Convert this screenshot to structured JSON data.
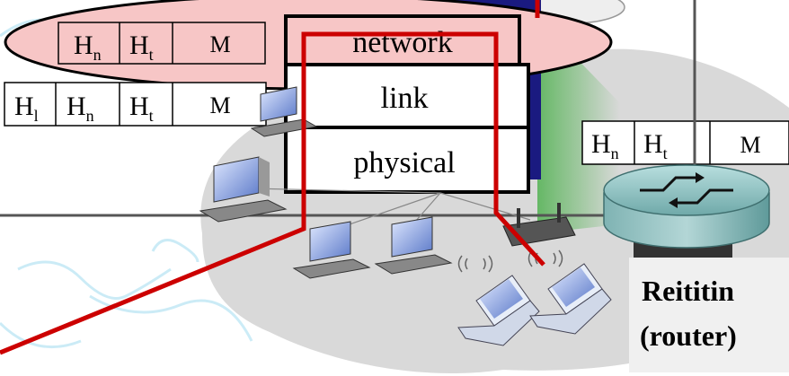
{
  "stack": {
    "network_label": "network",
    "link_label": "link",
    "physical_label": "physical"
  },
  "packets": {
    "network_packet": {
      "h1": "H",
      "h1_sub": "n",
      "h2": "H",
      "h2_sub": "t",
      "payload": "M"
    },
    "link_frame": {
      "h0": "H",
      "h0_sub": "l",
      "h1": "H",
      "h1_sub": "n",
      "h2": "H",
      "h2_sub": "t",
      "payload": "M"
    },
    "router_packet": {
      "h1": "H",
      "h1_sub": "n",
      "h2": "H",
      "h2_sub": "t",
      "payload": "M"
    }
  },
  "router": {
    "label_line1": "Reititin",
    "label_line2": "(router)"
  },
  "colors": {
    "highlight_ellipse": "#f7c6c6",
    "data_path": "#cc0000",
    "stack_blue": "#1a1a80",
    "fade_green": "#5fb65f",
    "cloud_gray": "#d9d9d9",
    "router_teal": "#8fc1c1"
  }
}
